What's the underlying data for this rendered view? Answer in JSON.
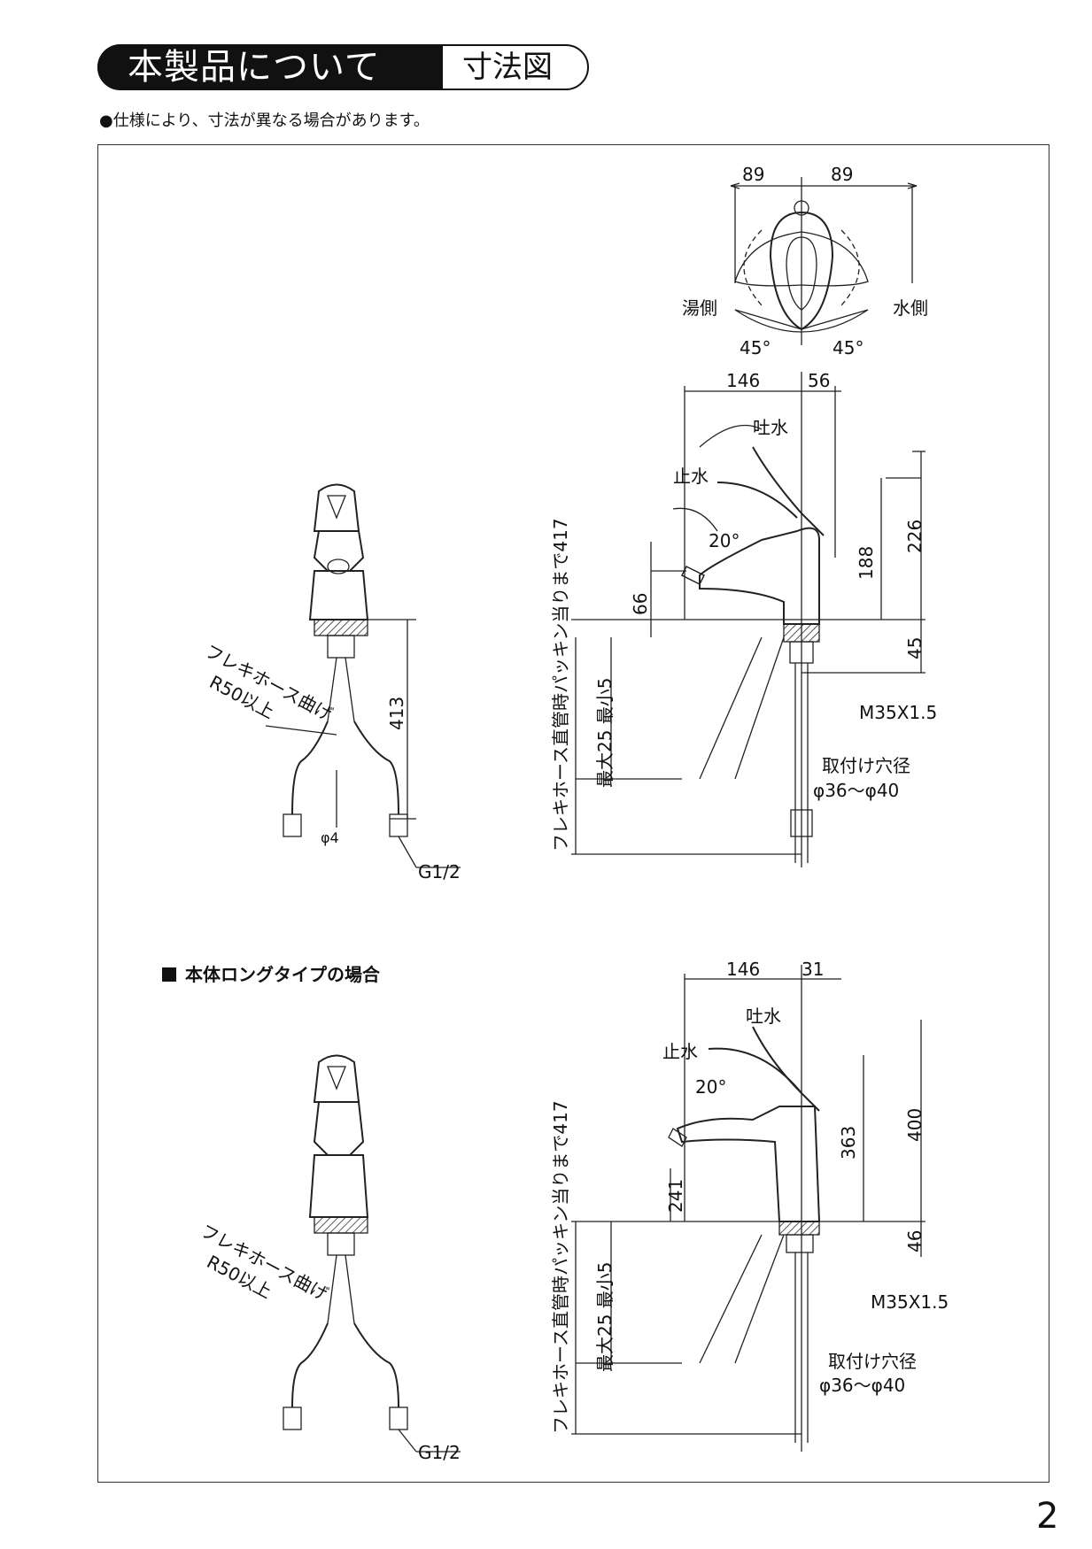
{
  "header": {
    "title": "本製品について",
    "subtitle": "寸法図"
  },
  "note": "●仕様により、寸法が異なる場合があります。",
  "top": {
    "plan_dims": {
      "left": "89",
      "right": "89",
      "hot_side": "湯側",
      "cold_side": "水側",
      "angle_left": "45°",
      "angle_right": "45°"
    },
    "side": {
      "dim_146": "146",
      "dim_56": "56",
      "spout": "吐水",
      "stop": "止水",
      "angle": "20°",
      "dim_226": "226",
      "dim_188": "188",
      "dim_66": "66",
      "dim_45": "45",
      "thread": "M35X1.5",
      "hole_label": "取付け穴径",
      "hole_value": "φ36～φ40",
      "hose_note": "フレキホース直管時パッキン当りまで417",
      "thickness": "最大25 最小5"
    },
    "front": {
      "hose_bend": "フレキホース曲げ",
      "radius": "R50以上",
      "dim_413": "413",
      "phi4": "φ4",
      "g12": "G1/2"
    }
  },
  "long_type": {
    "title": "本体ロングタイプの場合",
    "side": {
      "dim_146": "146",
      "dim_31": "31",
      "spout": "吐水",
      "stop": "止水",
      "angle": "20°",
      "dim_400": "400",
      "dim_363": "363",
      "dim_241": "241",
      "dim_46": "46",
      "thread": "M35X1.5",
      "hole_label": "取付け穴径",
      "hole_value": "φ36～φ40",
      "hose_note": "フレキホース直管時パッキン当りまで417",
      "thickness": "最大25 最小5"
    },
    "front": {
      "hose_bend": "フレキホース曲げ",
      "radius": "R50以上",
      "g12": "G1/2"
    }
  },
  "page_number": "2"
}
